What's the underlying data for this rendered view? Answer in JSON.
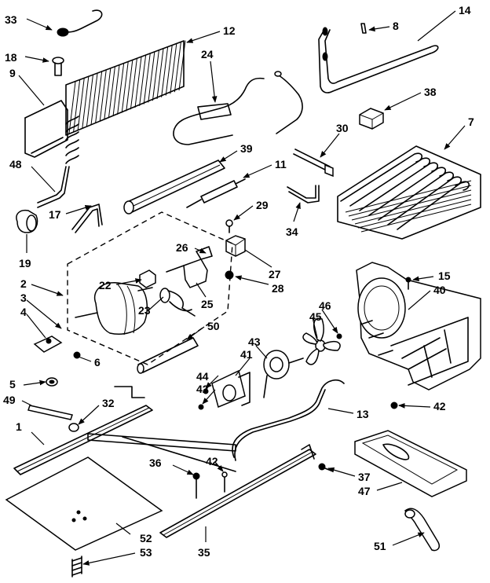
{
  "callouts": {
    "n1": "1",
    "n2": "2",
    "n3": "3",
    "n4": "4",
    "n5": "5",
    "n6": "6",
    "n7": "7",
    "n8": "8",
    "n9": "9",
    "n11": "11",
    "n12": "12",
    "n13": "13",
    "n14": "14",
    "n15": "15",
    "n17": "17",
    "n18": "18",
    "n19": "19",
    "n22": "22",
    "n23": "23",
    "n24": "24",
    "n25": "25",
    "n26": "26",
    "n27": "27",
    "n28": "28",
    "n29": "29",
    "n30": "30",
    "n32": "32",
    "n33": "33",
    "n34": "34",
    "n35": "35",
    "n36": "36",
    "n37": "37",
    "n38": "38",
    "n39": "39",
    "n40": "40",
    "n41": "41",
    "n42": "42",
    "n43": "43",
    "n44": "44",
    "n45": "45",
    "n46": "46",
    "n47": "47",
    "n48": "48",
    "n49": "49",
    "n50": "50",
    "n51": "51",
    "n52": "52",
    "n53": "53"
  }
}
